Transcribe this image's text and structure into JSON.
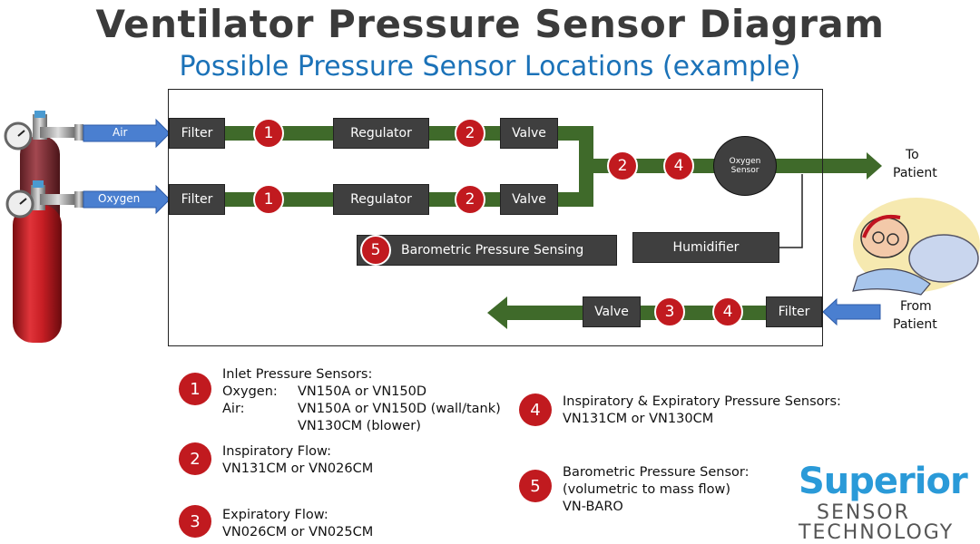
{
  "header": {
    "title": "Ventilator Pressure Sensor Diagram",
    "subtitle": "Possible Pressure Sensor Locations (example)"
  },
  "diagram": {
    "air_label": "Air",
    "oxygen_label": "Oxygen",
    "filter": "Filter",
    "regulator": "Regulator",
    "valve": "Valve",
    "oxygen_sensor_line1": "Oxygen",
    "oxygen_sensor_line2": "Sensor",
    "humidifier": "Humidifier",
    "baro": "Barometric Pressure Sensing",
    "to_patient_1": "To",
    "to_patient_2": "Patient",
    "from_patient_1": "From",
    "from_patient_2": "Patient",
    "n1": "1",
    "n2": "2",
    "n3": "3",
    "n4": "4",
    "n5": "5"
  },
  "legend": {
    "l1": {
      "num": "1",
      "title": "Inlet Pressure Sensors:",
      "oxy_k": "Oxygen:",
      "oxy_v": "VN150A or VN150D",
      "air_k": "Air:",
      "air_v": "VN150A or VN150D (wall/tank)",
      "air_v2": "VN130CM (blower)"
    },
    "l2": {
      "num": "2",
      "title": "Inspiratory Flow:",
      "v": "VN131CM or VN026CM"
    },
    "l3": {
      "num": "3",
      "title": "Expiratory Flow:",
      "v": "VN026CM or VN025CM"
    },
    "l4": {
      "num": "4",
      "title": "Inspiratory & Expiratory Pressure Sensors:",
      "v": "VN131CM or VN130CM"
    },
    "l5": {
      "num": "5",
      "title": "Barometric Pressure Sensor:",
      "v1": "(volumetric to mass flow)",
      "v2": "VN-BARO"
    }
  },
  "logo": {
    "line1": "Superior",
    "line2": "SENSOR",
    "line3": "TECHNOLOGY"
  },
  "colors": {
    "pipe": "#3f6a2a",
    "box": "#3f3f3f",
    "badge": "#c11a1f",
    "accent_blue": "#1b72b8",
    "arrow_blue": "#4a7fd0"
  }
}
